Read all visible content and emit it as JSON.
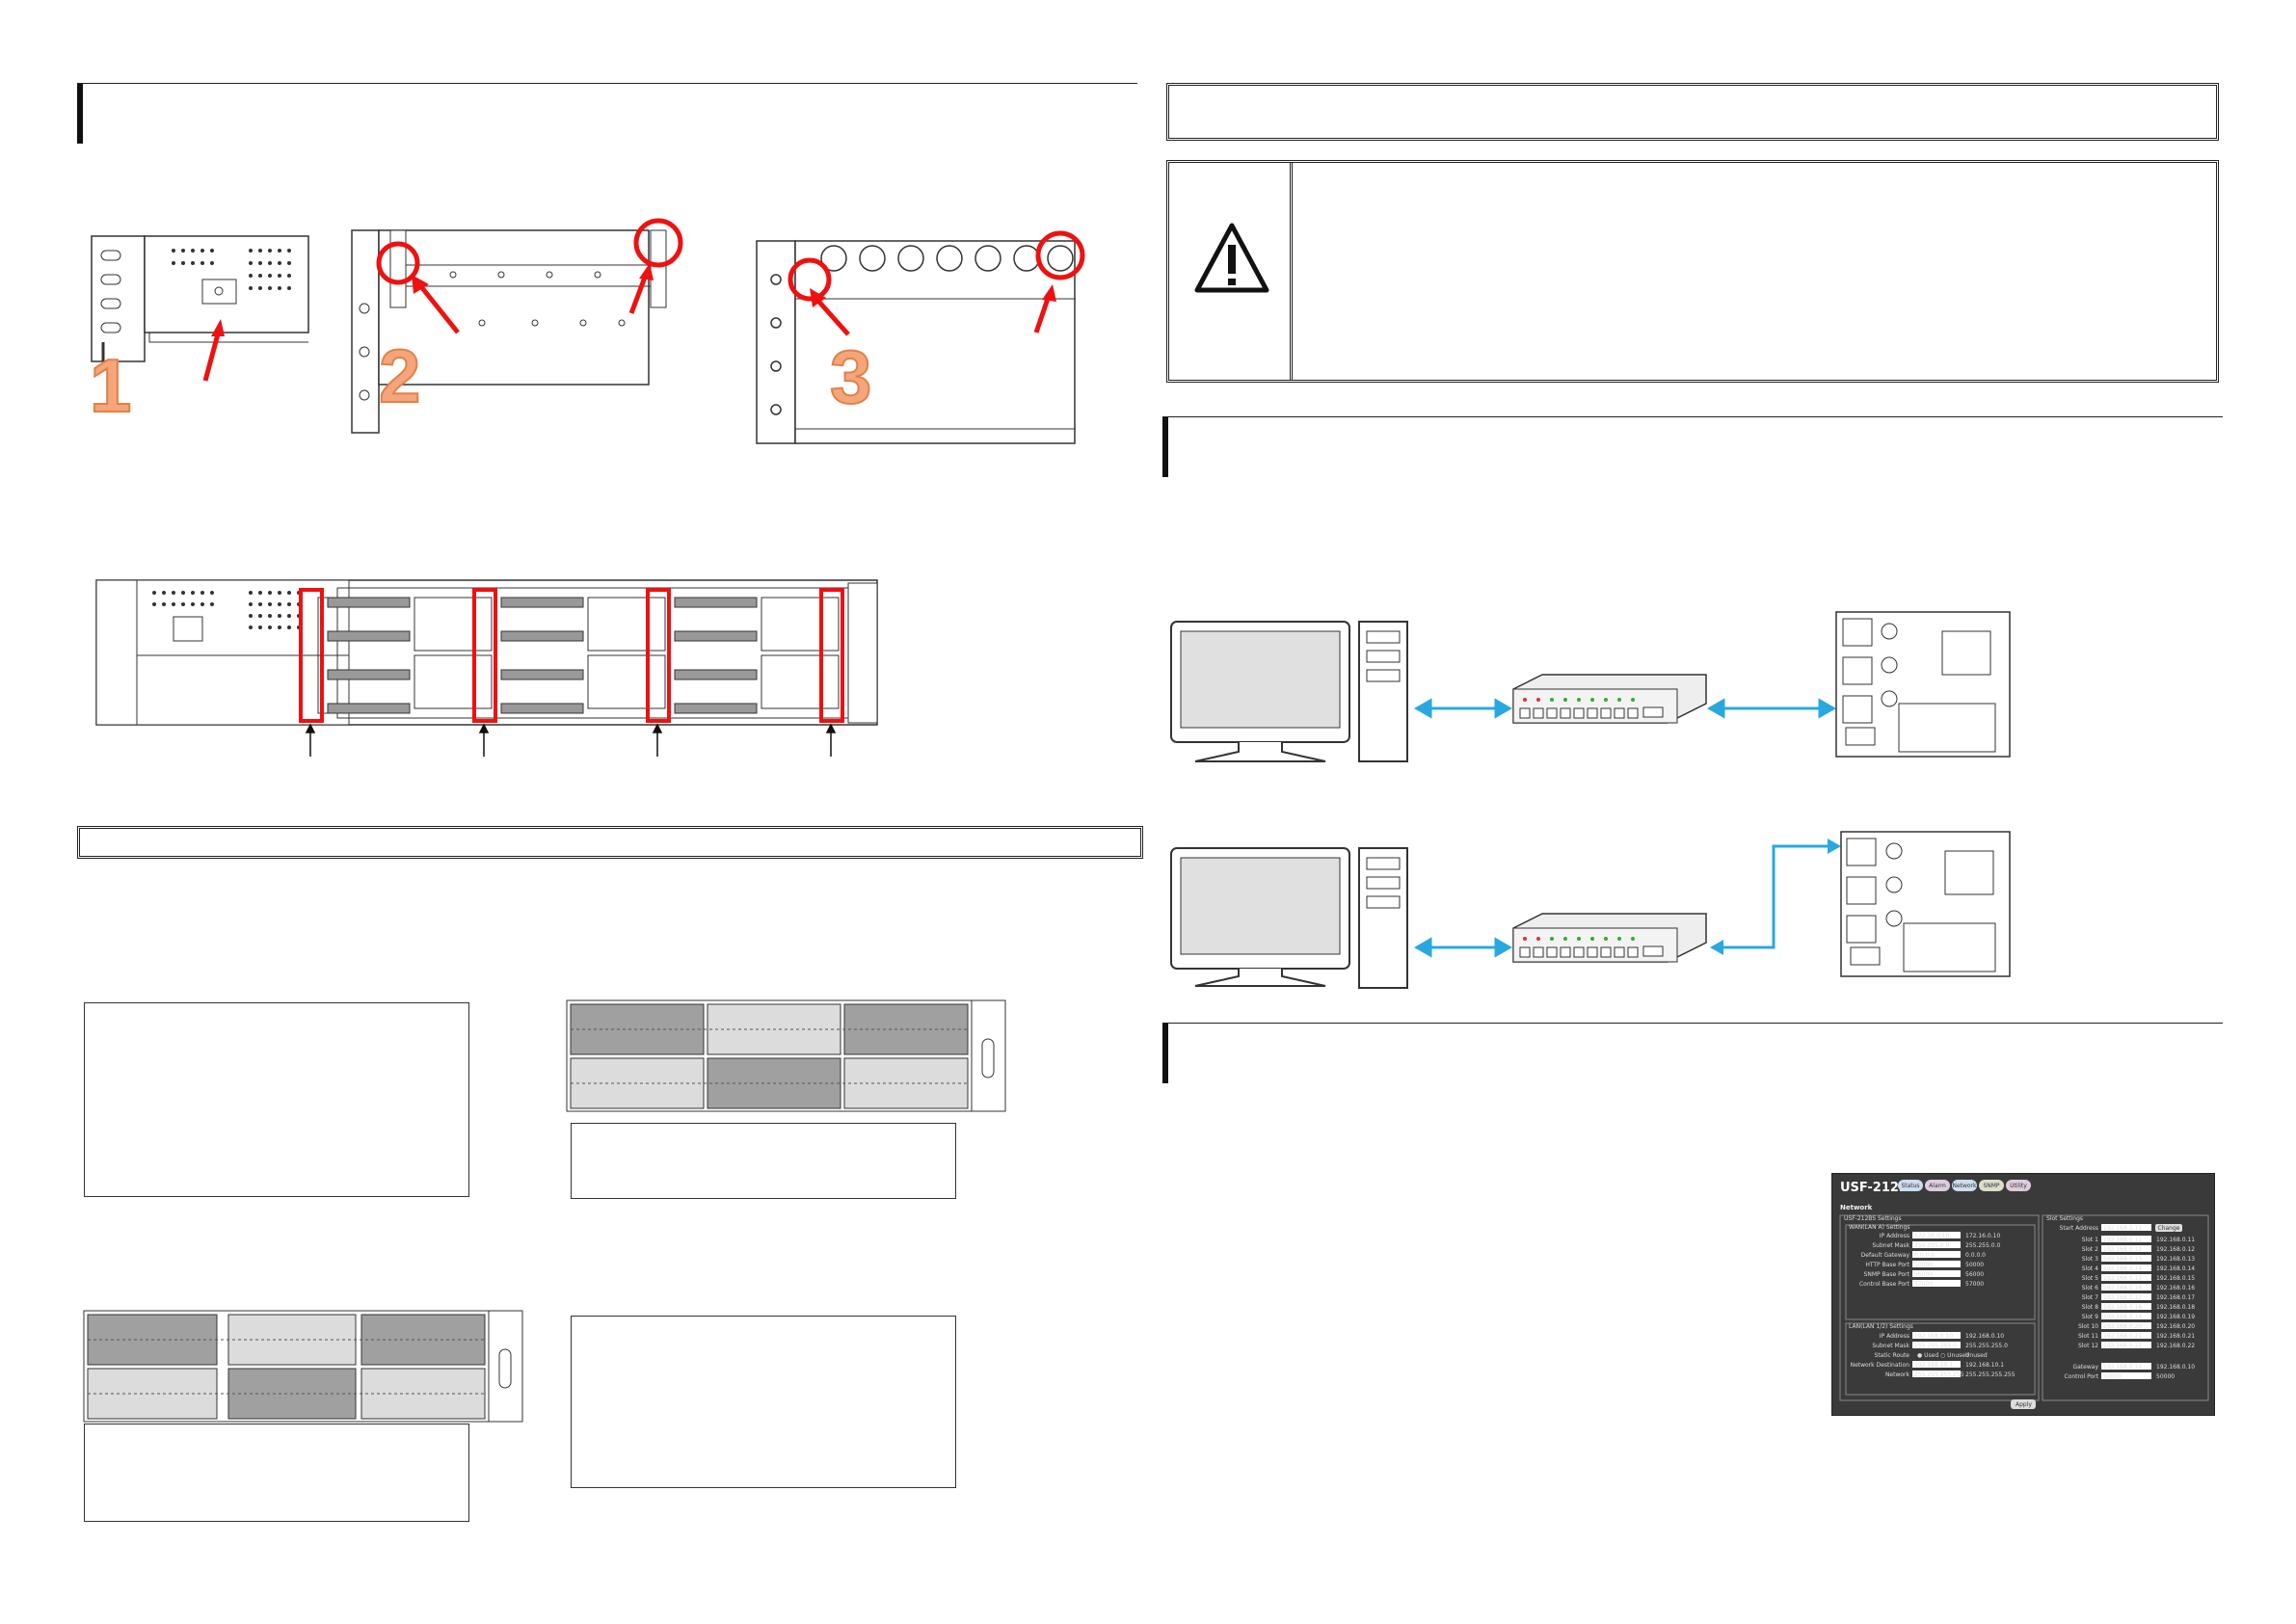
{
  "figures": {
    "step_numbers": [
      "1",
      "2",
      "3"
    ]
  },
  "web_ui": {
    "product": "USF-212BS",
    "tabs": [
      "Status",
      "Alarm",
      "Network",
      "SNMP",
      "Utility"
    ],
    "section": "Network",
    "left_group_title": "USF-212BS Settings",
    "wan_group": "WAN(LAN A) Settings",
    "wan_rows": [
      {
        "label": "IP Address",
        "input": "172.16.0.10",
        "value": "172.16.0.10"
      },
      {
        "label": "Subnet Mask",
        "input": "255.255.0.0",
        "value": "255.255.0.0"
      },
      {
        "label": "Default Gateway",
        "input": "0.0.0.0",
        "value": "0.0.0.0"
      },
      {
        "label": "HTTP Base Port",
        "input": "50000",
        "value": "50000"
      },
      {
        "label": "SNMP Base Port",
        "input": "56000",
        "value": "56000"
      },
      {
        "label": "Control Base Port",
        "input": "57000",
        "value": "57000"
      }
    ],
    "lan_group": "LAN(LAN 1/2) Settings",
    "lan_rows": [
      {
        "label": "IP Address",
        "input": "192.168.0.10",
        "value": "192.168.0.10"
      },
      {
        "label": "Subnet Mask",
        "input": "255.255.255.0",
        "value": "255.255.255.0"
      },
      {
        "label": "Network Destination",
        "input": "192.168.10.1",
        "value": "192.168.10.1"
      },
      {
        "label": "Network",
        "input": "255.255.255.255",
        "value": "255.255.255.255"
      }
    ],
    "static_route": {
      "label": "Static Route",
      "opt1": "Used",
      "opt2": "Unused",
      "state": "Unused"
    },
    "right_group_title": "Slot Settings",
    "start_address": {
      "label": "Start Address",
      "input": "192.168.0.11",
      "button": "Change"
    },
    "slots": [
      {
        "label": "Slot 1",
        "input": "192.168.0.11",
        "value": "192.168.0.11"
      },
      {
        "label": "Slot 2",
        "input": "192.168.0.12",
        "value": "192.168.0.12"
      },
      {
        "label": "Slot 3",
        "input": "192.168.0.13",
        "value": "192.168.0.13"
      },
      {
        "label": "Slot 4",
        "input": "192.168.0.14",
        "value": "192.168.0.14"
      },
      {
        "label": "Slot 5",
        "input": "192.168.0.15",
        "value": "192.168.0.15"
      },
      {
        "label": "Slot 6",
        "input": "192.168.0.16",
        "value": "192.168.0.16"
      },
      {
        "label": "Slot 7",
        "input": "192.168.0.17",
        "value": "192.168.0.17"
      },
      {
        "label": "Slot 8",
        "input": "192.168.0.18",
        "value": "192.168.0.18"
      },
      {
        "label": "Slot 9",
        "input": "192.168.0.19",
        "value": "192.168.0.19"
      },
      {
        "label": "Slot 10",
        "input": "192.168.0.20",
        "value": "192.168.0.20"
      },
      {
        "label": "Slot 11",
        "input": "192.168.0.21",
        "value": "192.168.0.21"
      },
      {
        "label": "Slot 12",
        "input": "192.168.0.22",
        "value": "192.168.0.22"
      }
    ],
    "gateway": {
      "label": "Gateway",
      "input": "192.168.0.10",
      "value": "192.168.0.10"
    },
    "control_port": {
      "label": "Control Port",
      "input": "50000",
      "value": "50000"
    },
    "apply": "Apply"
  }
}
